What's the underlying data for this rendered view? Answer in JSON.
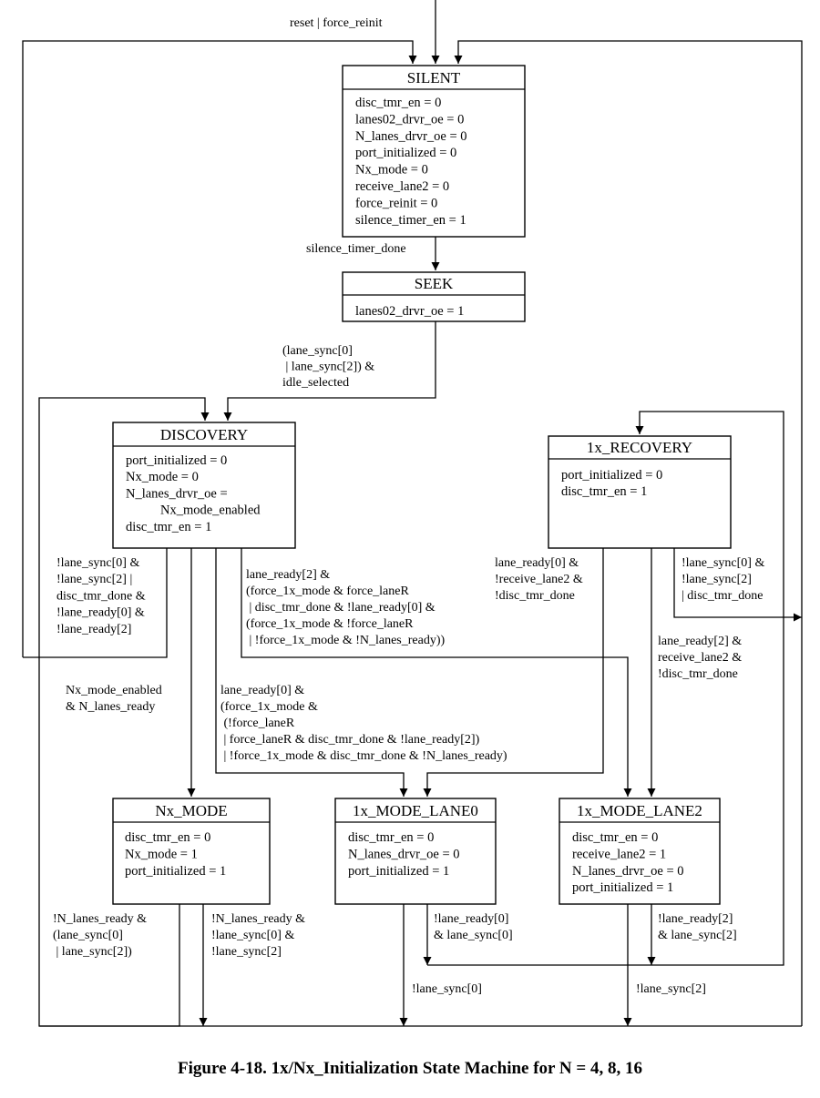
{
  "figure": {
    "caption": "Figure 4-18. 1x/Nx_Initialization State Machine for N = 4, 8, 16"
  },
  "states": {
    "silent": {
      "name": "SILENT",
      "actions": [
        "disc_tmr_en = 0",
        "lanes02_drvr_oe = 0",
        "N_lanes_drvr_oe = 0",
        "port_initialized = 0",
        "Nx_mode = 0",
        "receive_lane2 = 0",
        "force_reinit = 0",
        "silence_timer_en = 1"
      ]
    },
    "seek": {
      "name": "SEEK",
      "actions": [
        "lanes02_drvr_oe = 1"
      ]
    },
    "discovery": {
      "name": "DISCOVERY",
      "actions": [
        "port_initialized = 0",
        "Nx_mode = 0",
        "N_lanes_drvr_oe =",
        "Nx_mode_enabled",
        "disc_tmr_en = 1"
      ]
    },
    "recovery": {
      "name": "1x_RECOVERY",
      "actions": [
        "port_initialized = 0",
        "disc_tmr_en = 1"
      ]
    },
    "nx_mode": {
      "name": "Nx_MODE",
      "actions": [
        "disc_tmr_en = 0",
        "Nx_mode = 1",
        "port_initialized = 1"
      ]
    },
    "lane0": {
      "name": "1x_MODE_LANE0",
      "actions": [
        "disc_tmr_en = 0",
        "N_lanes_drvr_oe = 0",
        "port_initialized = 1"
      ]
    },
    "lane2": {
      "name": "1x_MODE_LANE2",
      "actions": [
        "disc_tmr_en = 0",
        "receive_lane2 = 1",
        "N_lanes_drvr_oe = 0",
        "port_initialized = 1"
      ]
    }
  },
  "transitions": {
    "reset": [
      "reset | force_reinit"
    ],
    "silent_to_seek": [
      "silence_timer_done"
    ],
    "seek_to_discovery": [
      "(lane_sync[0]",
      " | lane_sync[2]) &",
      "idle_selected"
    ],
    "discovery_to_silent": [
      "!lane_sync[0] &",
      "!lane_sync[2] |",
      "disc_tmr_done &",
      "!lane_ready[0] &",
      "!lane_ready[2]"
    ],
    "discovery_to_lane2": [
      "lane_ready[2] &",
      "(force_1x_mode & force_laneR",
      " | disc_tmr_done & !lane_ready[0] &",
      "(force_1x_mode & !force_laneR",
      " | !force_1x_mode & !N_lanes_ready))"
    ],
    "discovery_to_nx": [
      "Nx_mode_enabled",
      "& N_lanes_ready"
    ],
    "discovery_to_lane0": [
      "lane_ready[0] &",
      "(force_1x_mode &",
      "  (!force_laneR",
      "   | force_laneR & disc_tmr_done & !lane_ready[2])",
      " | !force_1x_mode & disc_tmr_done & !N_lanes_ready)"
    ],
    "recovery_to_lane0": [
      "lane_ready[0] &",
      "!receive_lane2 &",
      "!disc_tmr_done"
    ],
    "recovery_to_silent": [
      "!lane_sync[0] &",
      "!lane_sync[2]",
      "| disc_tmr_done"
    ],
    "recovery_to_lane2": [
      "lane_ready[2] &",
      "receive_lane2 &",
      "!disc_tmr_done"
    ],
    "nx_to_discovery": [
      "!N_lanes_ready &",
      "(lane_sync[0]",
      " | lane_sync[2])"
    ],
    "nx_to_silent": [
      "!N_lanes_ready &",
      "!lane_sync[0] &",
      "!lane_sync[2]"
    ],
    "lane0_to_recovery": [
      "!lane_ready[0]",
      "& lane_sync[0]"
    ],
    "lane0_to_silent": [
      "!lane_sync[0]"
    ],
    "lane2_to_recovery": [
      "!lane_ready[2]",
      "& lane_sync[2]"
    ],
    "lane2_to_silent": [
      "!lane_sync[2]"
    ]
  }
}
